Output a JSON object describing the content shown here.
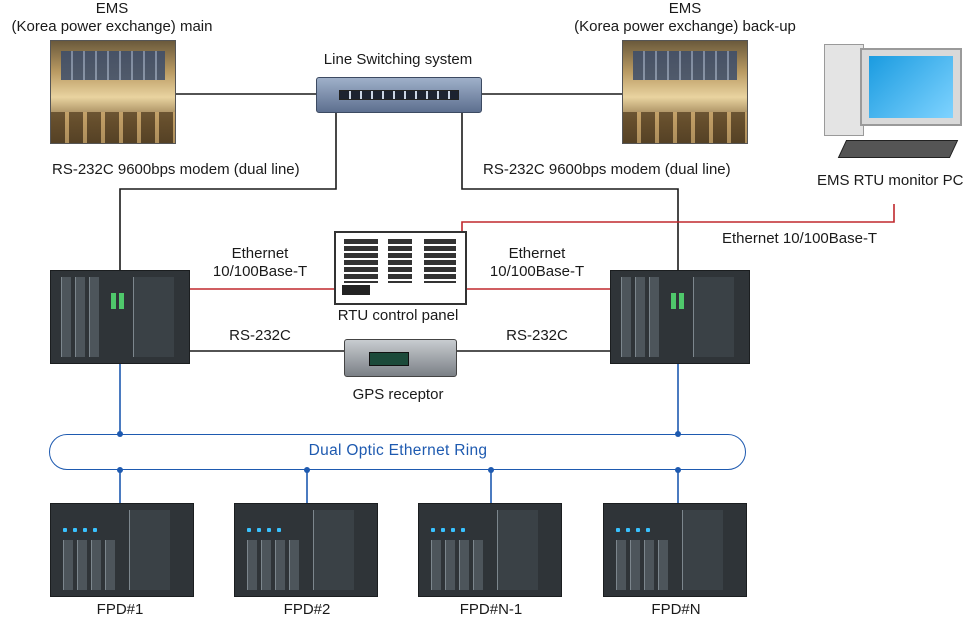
{
  "colors": {
    "ethernet": "#c0282d",
    "wire": "#1a1a1a",
    "optic": "#1e5ab0"
  },
  "ems_main": {
    "line1": "EMS",
    "line2": "(Korea power exchange) main"
  },
  "ems_backup": {
    "line1": "EMS",
    "line2": "(Korea power exchange) back-up"
  },
  "switch": {
    "label": "Line Switching system"
  },
  "modem_left": "RS-232C 9600bps modem (dual line)",
  "modem_right": "RS-232C 9600bps modem (dual line)",
  "monitor_pc": {
    "label": "EMS RTU monitor PC",
    "link": "Ethernet 10/100Base-T"
  },
  "eth_left": {
    "line1": "Ethernet",
    "line2": "10/100Base-T"
  },
  "eth_right": {
    "line1": "Ethernet",
    "line2": "10/100Base-T"
  },
  "rtu_panel": {
    "label": "RTU control panel"
  },
  "rs232_left": "RS-232C",
  "rs232_right": "RS-232C",
  "gps": {
    "label": "GPS receptor"
  },
  "ring": {
    "label": "Dual Optic Ethernet Ring"
  },
  "fpds": [
    "FPD#1",
    "FPD#2",
    "FPD#N-1",
    "FPD#N"
  ]
}
